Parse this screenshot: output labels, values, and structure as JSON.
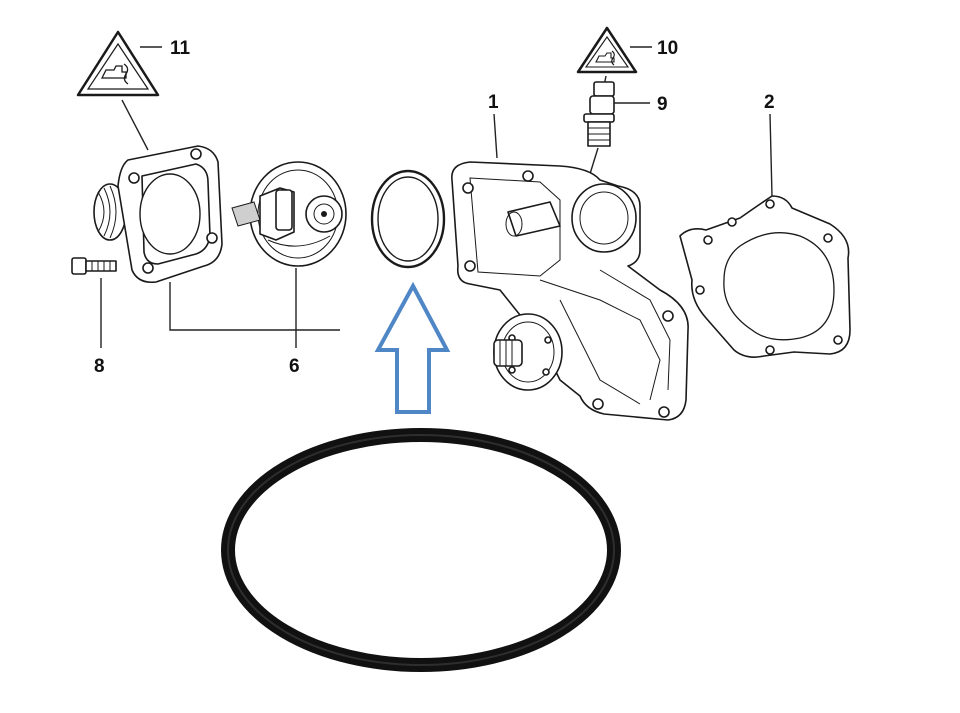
{
  "callouts": {
    "p1": "1",
    "p2": "2",
    "p6": "6",
    "p8": "8",
    "p9": "9",
    "p10": "10",
    "p11": "11"
  },
  "colors": {
    "arrow": "#4f86c6",
    "line_art": "#1a1a1a",
    "oring_photo": "#111111",
    "background": "#ffffff"
  },
  "icons": [
    "warning-triangle-icon",
    "up-arrow-icon"
  ]
}
